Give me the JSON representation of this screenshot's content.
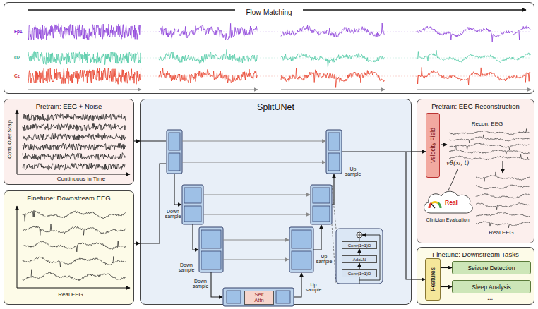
{
  "diagram": {
    "nodes": [
      {
        "text": [
          "Flow-Matching"
        ]
      },
      {
        "text": [
          "Pretrain: EEG + Noise"
        ]
      },
      {
        "text": [
          "Finetune: Downstream EEG"
        ]
      },
      {
        "text": [
          "SplitUNet"
        ]
      },
      {
        "text": [
          "Self Attn"
        ],
        "in": 3
      },
      {
        "text": [
          "Conv(1×1)D"
        ],
        "in": 3
      },
      {
        "text": [
          "AdaLN"
        ],
        "in": 3
      },
      {
        "text": [
          "Conv(1×1)D"
        ],
        "in": 3
      },
      {
        "text": [
          "Pretrain: EEG Reconstruction"
        ]
      },
      {
        "text": [
          "Velocity Field"
        ],
        "in": 8
      },
      {
        "text": [
          "Real",
          "Clinician Evaluation"
        ],
        "in": 8
      },
      {
        "text": [
          "Finetune: Downstream Tasks"
        ]
      },
      {
        "text": [
          "Features"
        ],
        "in": 11
      },
      {
        "text": [
          "Seizure Detection"
        ],
        "in": 11
      },
      {
        "text": [
          "Sleep Analysis"
        ],
        "in": 11
      }
    ],
    "edges": [
      {
        "from": 1,
        "to": 3,
        "arrow": "to"
      },
      {
        "from": 2,
        "to": 3,
        "arrow": "to"
      },
      {
        "from": 7,
        "to": 6,
        "arrow": "to"
      },
      {
        "from": 6,
        "to": 5,
        "arrow": "to"
      },
      {
        "from": 3,
        "to": 9,
        "arrow": "to"
      },
      {
        "from": 3,
        "to": 12,
        "arrow": "to"
      },
      {
        "from": 12,
        "to": 13,
        "arrow": "to"
      },
      {
        "from": 12,
        "to": 14,
        "arrow": "to"
      }
    ],
    "labels": [
      "Fp1",
      "O2",
      "Cz",
      "Conti. Over Scalp",
      "Continuous in Time",
      "Real EEG",
      "Down sample",
      "Down sample",
      "Down sample",
      "Up sample",
      "Up sample",
      "Up sample",
      "Recon. EEG",
      "vθ(xₜ, t)",
      "Real EEG",
      "..."
    ]
  }
}
